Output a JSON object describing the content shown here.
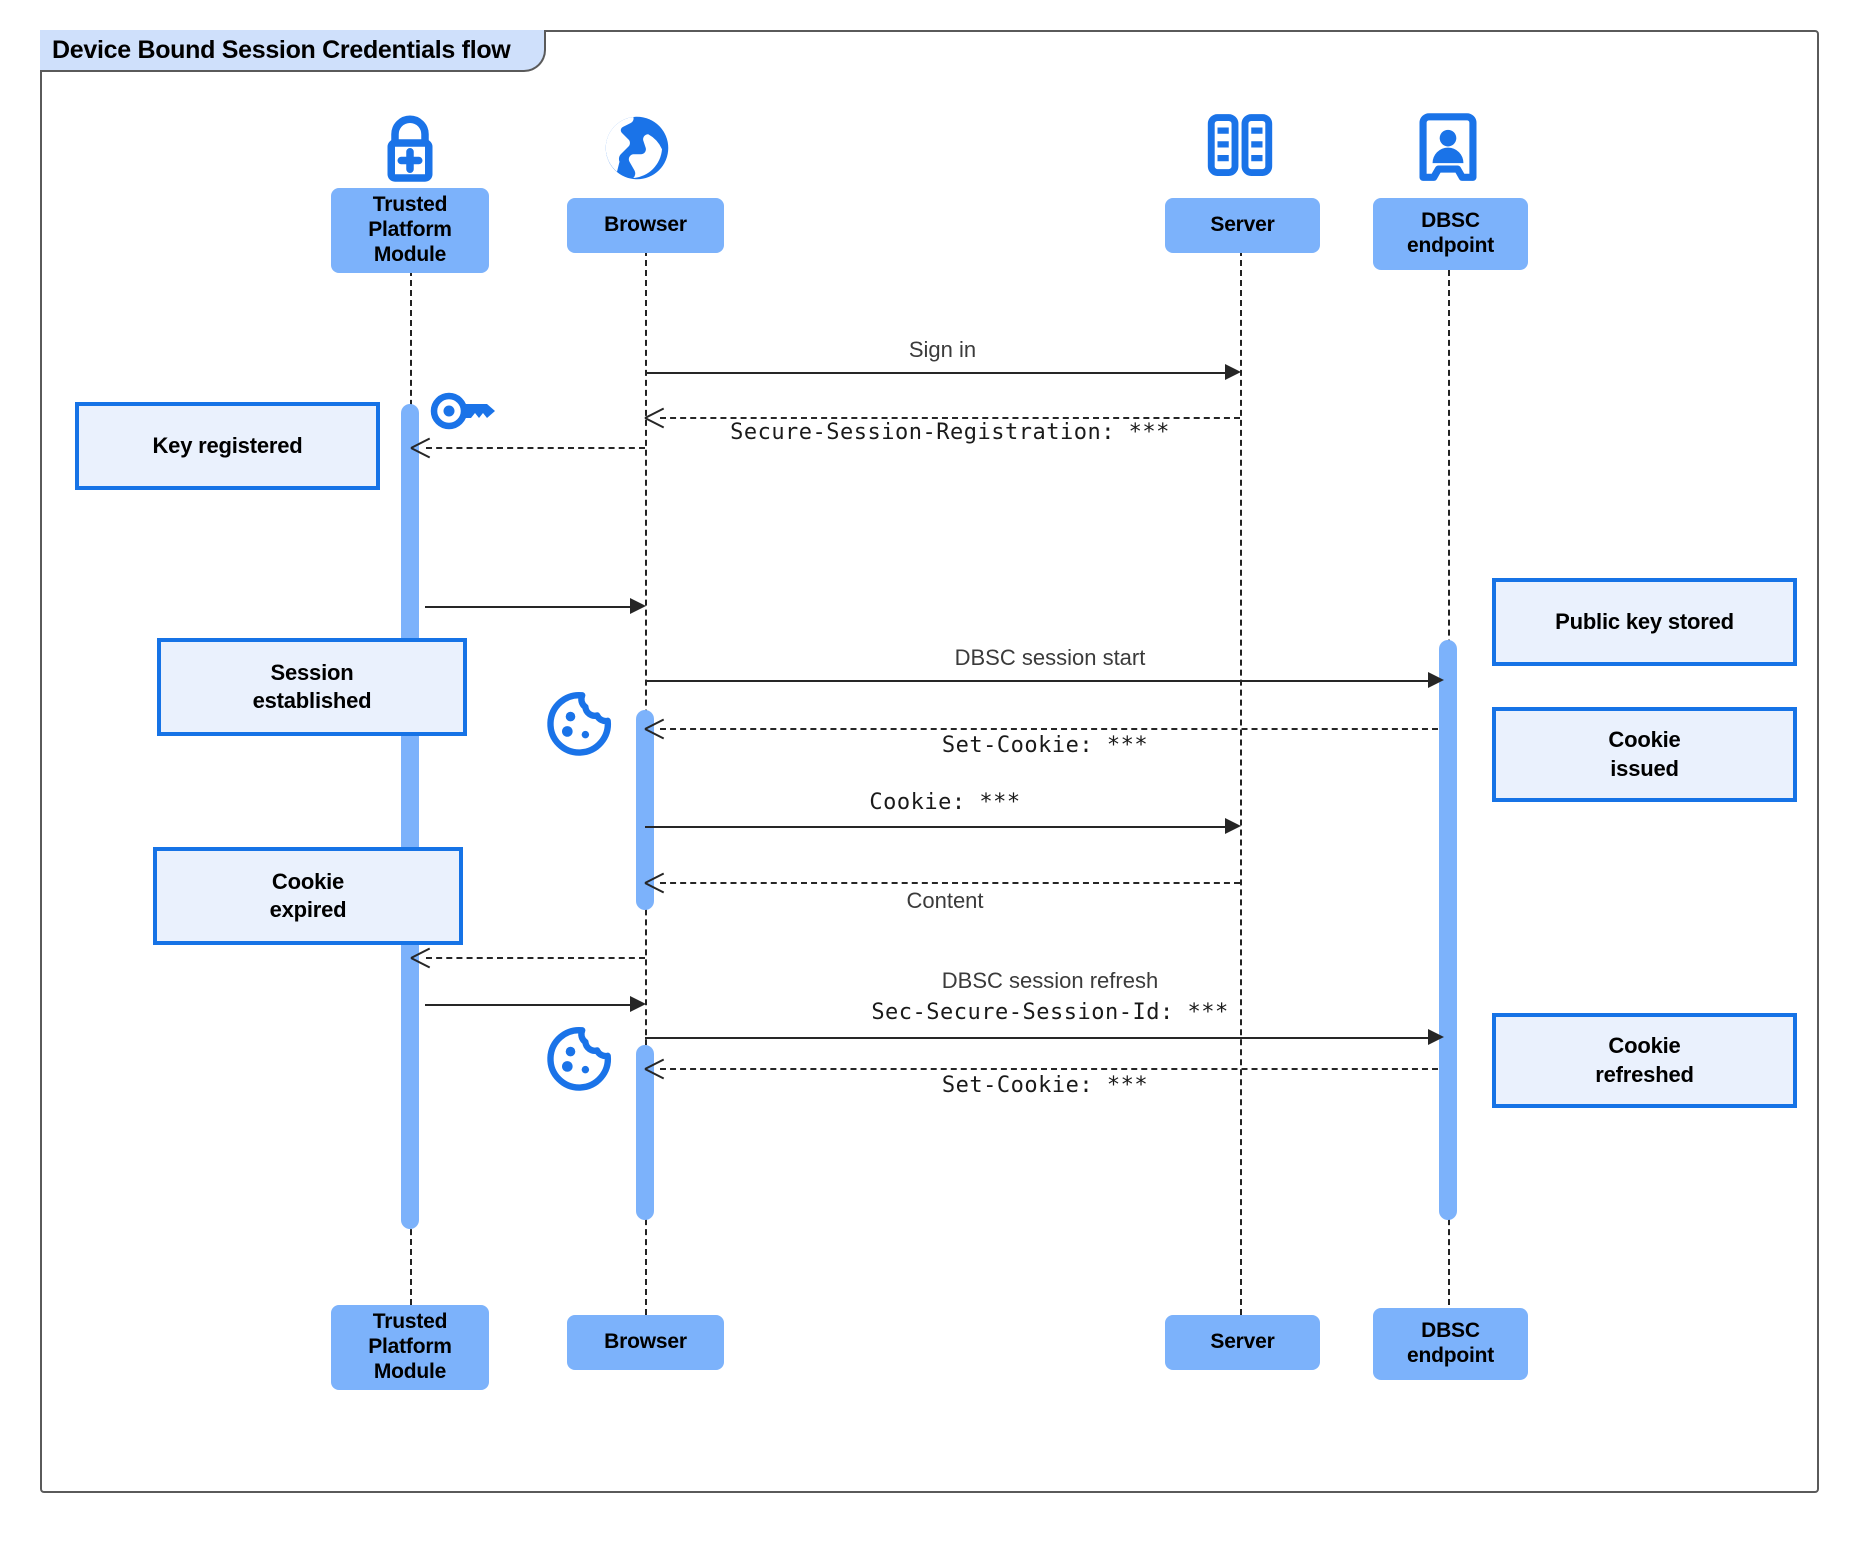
{
  "frame": {
    "title": "Device Bound Session Credentials flow"
  },
  "colors": {
    "participant_fill": "#7cb2fb",
    "note_fill": "#eaf1fd",
    "note_border": "#1673e6",
    "icon_blue": "#1a73e8",
    "frame_border": "#5a5a5a",
    "frame_tab_fill": "#cfe0fb",
    "line": "#262626"
  },
  "participants": [
    {
      "id": "tpm",
      "label": "Trusted\nPlatform\nModule",
      "icon": "lock-plus-icon"
    },
    {
      "id": "browser",
      "label": "Browser",
      "icon": "globe-icon"
    },
    {
      "id": "server",
      "label": "Server",
      "icon": "server-racks-icon"
    },
    {
      "id": "dbsc",
      "label": "DBSC\nendpoint",
      "icon": "id-badge-icon"
    }
  ],
  "footer_participants": [
    {
      "id": "tpm",
      "label": "Trusted\nPlatform\nModule"
    },
    {
      "id": "browser",
      "label": "Browser"
    },
    {
      "id": "server",
      "label": "Server"
    },
    {
      "id": "dbsc",
      "label": "DBSC\nendpoint"
    }
  ],
  "messages": [
    {
      "id": "m1",
      "text": "Sign in",
      "style": "sans",
      "from": "browser",
      "to": "server",
      "line": "solid"
    },
    {
      "id": "m2",
      "text": "Secure-Session-Registration: ***",
      "style": "mono",
      "from": "server",
      "to": "browser",
      "line": "dashed"
    },
    {
      "id": "m3",
      "text": "DBSC session start",
      "style": "sans",
      "from": "browser",
      "to": "dbsc",
      "line": "solid"
    },
    {
      "id": "m4",
      "text": "Set-Cookie: ***",
      "style": "mono",
      "from": "dbsc",
      "to": "browser",
      "line": "dashed"
    },
    {
      "id": "m5",
      "text": "Cookie: ***",
      "style": "mono",
      "from": "browser",
      "to": "server",
      "line": "solid"
    },
    {
      "id": "m6",
      "text": "Content",
      "style": "sans",
      "from": "server",
      "to": "browser",
      "line": "dashed"
    },
    {
      "id": "m7",
      "text": "DBSC session refresh",
      "style": "sans",
      "from": "browser",
      "to": "dbsc",
      "line": "solid"
    },
    {
      "id": "m8",
      "text": "Sec-Secure-Session-Id: ***",
      "style": "mono",
      "from": "browser",
      "to": "dbsc",
      "line": "solid"
    },
    {
      "id": "m9",
      "text": "Set-Cookie: ***",
      "style": "mono",
      "from": "dbsc",
      "to": "browser",
      "line": "dashed"
    }
  ],
  "notes": [
    {
      "id": "n1",
      "text": "Key registered",
      "side": "left"
    },
    {
      "id": "n2",
      "text": "Session\nestablished",
      "side": "left"
    },
    {
      "id": "n3",
      "text": "Cookie\nexpired",
      "side": "left"
    },
    {
      "id": "n4",
      "text": "Public key stored",
      "side": "right"
    },
    {
      "id": "n5",
      "text": "Cookie\nissued",
      "side": "right"
    },
    {
      "id": "n6",
      "text": "Cookie\nrefreshed",
      "side": "right"
    }
  ],
  "icons": {
    "key": "key-icon",
    "cookie_1": "cookie-icon",
    "cookie_2": "cookie-icon"
  }
}
